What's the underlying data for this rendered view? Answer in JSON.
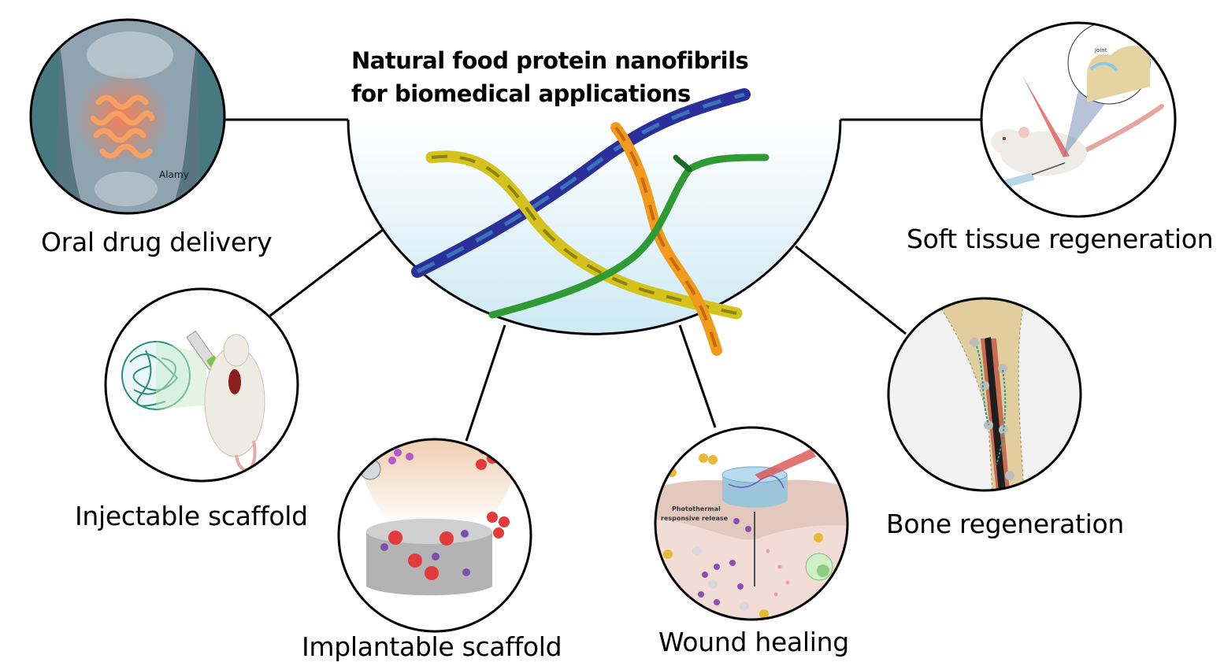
{
  "title": {
    "line1": "Natural food protein nanofibrils",
    "line2": "for biomedical applications"
  },
  "center": {
    "description": "Semicircular bowl containing twisted protein nanofibrils",
    "fibril_colors": [
      "#2b2f9a",
      "#d4c21d",
      "#f29a1c",
      "#2f9a34"
    ]
  },
  "applications": [
    {
      "id": "oral",
      "label": "Oral drug delivery",
      "watermark": "Alamy"
    },
    {
      "id": "injectable",
      "label": "Injectable scaffold"
    },
    {
      "id": "implantable",
      "label": "Implantable scaffold"
    },
    {
      "id": "wound",
      "label": "Wound healing",
      "inset_text_1": "Photothermal",
      "inset_text_2": "responsive release"
    },
    {
      "id": "bone",
      "label": "Bone regeneration"
    },
    {
      "id": "soft",
      "label": "Soft tissue regeneration",
      "inset_text": "Joint"
    }
  ]
}
